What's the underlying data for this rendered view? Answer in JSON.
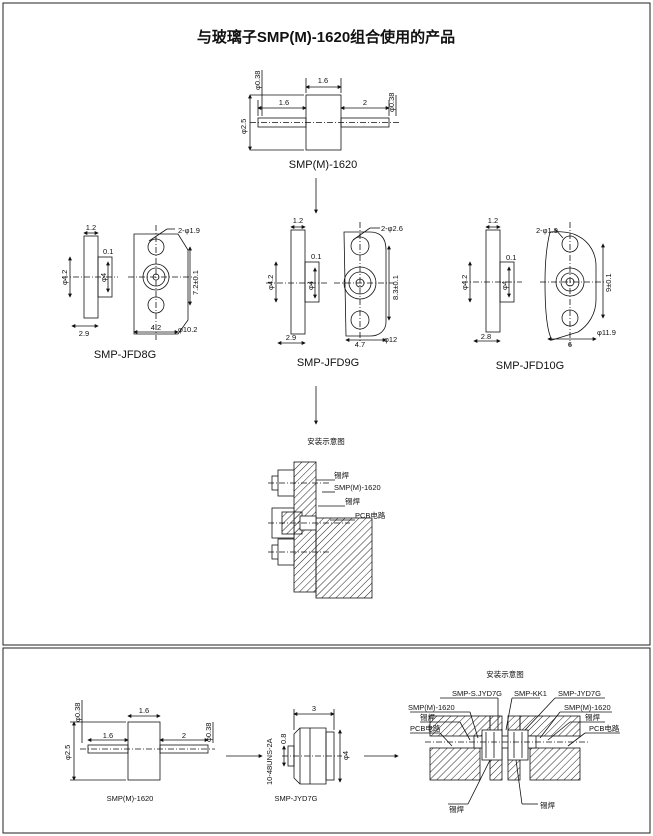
{
  "title": "与玻璃子SMP(M)-1620组合使用的产品",
  "top_connector": {
    "name": "SMP(M)-1620",
    "dims": {
      "d_pin_left": "φ0.38",
      "body_len": "1.6",
      "left_pin": "1.6",
      "right_pin": "2",
      "d_pin_right": "φ0.38",
      "d_body": "φ2.5"
    }
  },
  "flanges": [
    {
      "name": "SMP-JFD8G",
      "holes": "2-φ1.9",
      "w1": "1.2",
      "gap": "0.1",
      "d_outer": "φ4.2",
      "d_inner": "φ4",
      "len": "2.9",
      "pitch": "7.2±0.1",
      "width": "4.2",
      "flange": "φ10.2"
    },
    {
      "name": "SMP-JFD9G",
      "holes": "2-φ2.6",
      "w1": "1.2",
      "gap": "0.1",
      "d_outer": "φ4.2",
      "d_inner": "φ4",
      "len": "2.9",
      "pitch": "8.3±0.1",
      "width": "4.7",
      "flange": "φ12"
    },
    {
      "name": "SMP-JFD10G",
      "holes": "2-φ1.9",
      "w1": "1.2",
      "gap": "0.1",
      "d_outer": "φ4.2",
      "d_inner": "φ4",
      "len": "2.8",
      "pitch": "9±0.1",
      "width": "6",
      "flange": "φ11.9"
    }
  ],
  "install1": {
    "caption": "安装示意图",
    "labels": {
      "solder1": "锡焊",
      "smp": "SMP(M)-1620",
      "solder2": "锡焊",
      "pcb": "PCB电路"
    }
  },
  "bottom": {
    "smp": {
      "name": "SMP(M)-1620",
      "d_pin_left": "φ0.38",
      "body_len": "1.6",
      "left_pin": "1.6",
      "right_pin": "2",
      "d_pin_right": "φ0.38",
      "d_body": "φ2.5"
    },
    "jyd": {
      "name": "SMP-JYD7G",
      "thread": "10-48UNS-2A",
      "len": "3",
      "d_small": "0.8",
      "d_big": "φ4"
    },
    "install2": {
      "caption": "安装示意图",
      "labels": {
        "sjyd": "SMP-S.JYD7G",
        "kk1": "SMP-KK1",
        "jyd7g": "SMP-JYD7G",
        "smp_l": "SMP(M)-1620",
        "smp_r": "SMP(M)-1620",
        "solder_l": "锡焊",
        "solder_r": "锡焊",
        "pcb_l": "PCB电路",
        "pcb_r": "PCB电路",
        "weld_l": "锡焊",
        "weld_r": "锡焊"
      }
    }
  }
}
